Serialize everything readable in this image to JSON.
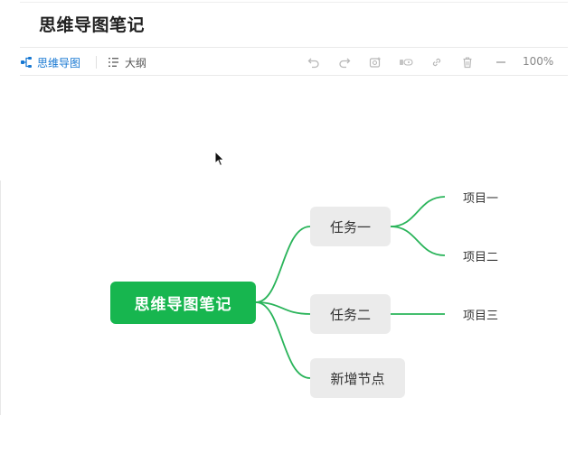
{
  "document": {
    "title": "思维导图笔记"
  },
  "toolbar": {
    "tabs": [
      {
        "label": "思维导图",
        "icon": "mindmap-icon",
        "active": true
      },
      {
        "label": "大纲",
        "icon": "outline-icon",
        "active": false
      }
    ],
    "tools": [
      {
        "icon": "undo-icon"
      },
      {
        "icon": "redo-icon"
      },
      {
        "icon": "add-image-icon"
      },
      {
        "icon": "add-tag-icon"
      },
      {
        "icon": "link-icon"
      },
      {
        "icon": "delete-icon"
      }
    ],
    "zoom_out_icon": "minus-icon",
    "zoom_level": "100%"
  },
  "mindmap": {
    "root": "思维导图笔记",
    "branches": [
      {
        "label": "任务一",
        "children": [
          "项目一",
          "项目二"
        ]
      },
      {
        "label": "任务二",
        "children": [
          "项目三"
        ]
      },
      {
        "label": "新增节点",
        "children": []
      }
    ],
    "colors": {
      "root_fill": "#17b64f",
      "connector": "#2ab45a",
      "branch_fill": "#ebebeb",
      "active_tab": "#1677d2"
    }
  }
}
